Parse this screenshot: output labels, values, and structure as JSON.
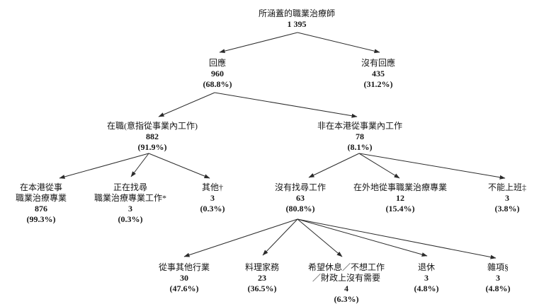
{
  "figure": {
    "background_color": "#ffffff",
    "text_color": "#161616",
    "line_color": "#2b2b2b"
  },
  "nodes": {
    "root": {
      "label": "所涵蓋的職業治療師",
      "value": "1 395"
    },
    "respond": {
      "label": "回應",
      "value": "960",
      "pct": "(68.8%)"
    },
    "no_respond": {
      "label": "沒有回應",
      "value": "435",
      "pct": "(31.2%)"
    },
    "employed": {
      "label": "在職(意指從事業內工作)",
      "value": "882",
      "pct": "(91.9%)"
    },
    "not_in_hk": {
      "label": "非在本港從事業內工作",
      "value": "78",
      "pct": "(8.1%)"
    },
    "hk_ot": {
      "label": "在本港從事",
      "label2": "職業治療專業",
      "value": "876",
      "pct": "(99.3%)"
    },
    "seeking": {
      "label": "正在找尋",
      "label2": "職業治療專業工作*",
      "value": "3",
      "pct": "(0.3%)"
    },
    "other": {
      "label": "其他†",
      "value": "3",
      "pct": "(0.3%)"
    },
    "not_seeking": {
      "label": "沒有找尋工作",
      "value": "63",
      "pct": "(80.8%)"
    },
    "overseas": {
      "label": "在外地從事職業治療專業",
      "value": "12",
      "pct": "(15.4%)"
    },
    "cannot_work": {
      "label": "不能上班‡",
      "value": "3",
      "pct": "(3.8%)"
    },
    "other_industry": {
      "label": "從事其他行業",
      "value": "30",
      "pct": "(47.6%)"
    },
    "housework": {
      "label": "料理家務",
      "value": "23",
      "pct": "(36.5%)"
    },
    "rest": {
      "label": "希望休息／不想工作",
      "label2": "／財政上沒有需要",
      "value": "4",
      "pct": "(6.3%)"
    },
    "retired": {
      "label": "退休",
      "value": "3",
      "pct": "(4.8%)"
    },
    "misc": {
      "label": "雜項§",
      "value": "3",
      "pct": "(4.8%)"
    }
  }
}
